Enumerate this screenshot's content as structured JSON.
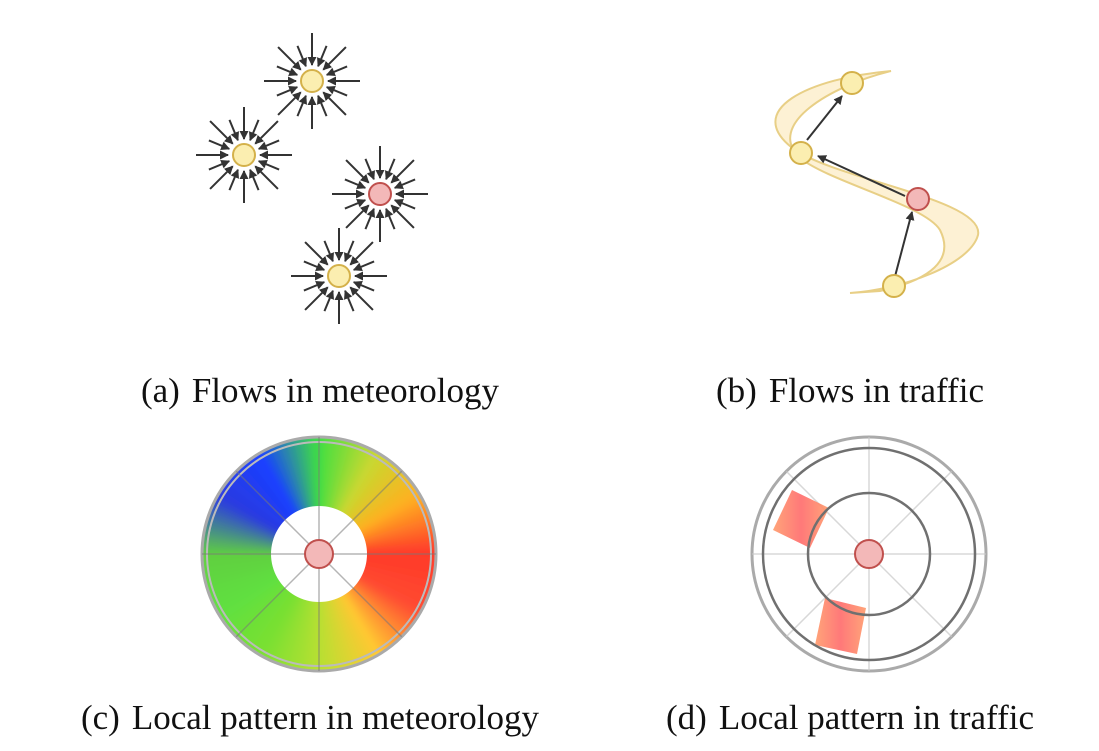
{
  "panels": [
    {
      "label": "(a)",
      "caption": "Flows in meteorology"
    },
    {
      "label": "(b)",
      "caption": "Flows in traffic"
    },
    {
      "label": "(c)",
      "caption": "Local pattern in meteorology"
    },
    {
      "label": "(d)",
      "caption": "Local pattern in traffic"
    }
  ],
  "colors": {
    "node_fill": "#fbeeb0",
    "node_stroke": "#d4b14a",
    "target_fill": "#f3b8b8",
    "target_stroke": "#c0504d",
    "arrow": "#333333",
    "road_fill": "#fdf1d4",
    "road_stroke": "#e8cf86",
    "ring_outer": "#aaaaaa",
    "ring_dark": "#707070"
  }
}
